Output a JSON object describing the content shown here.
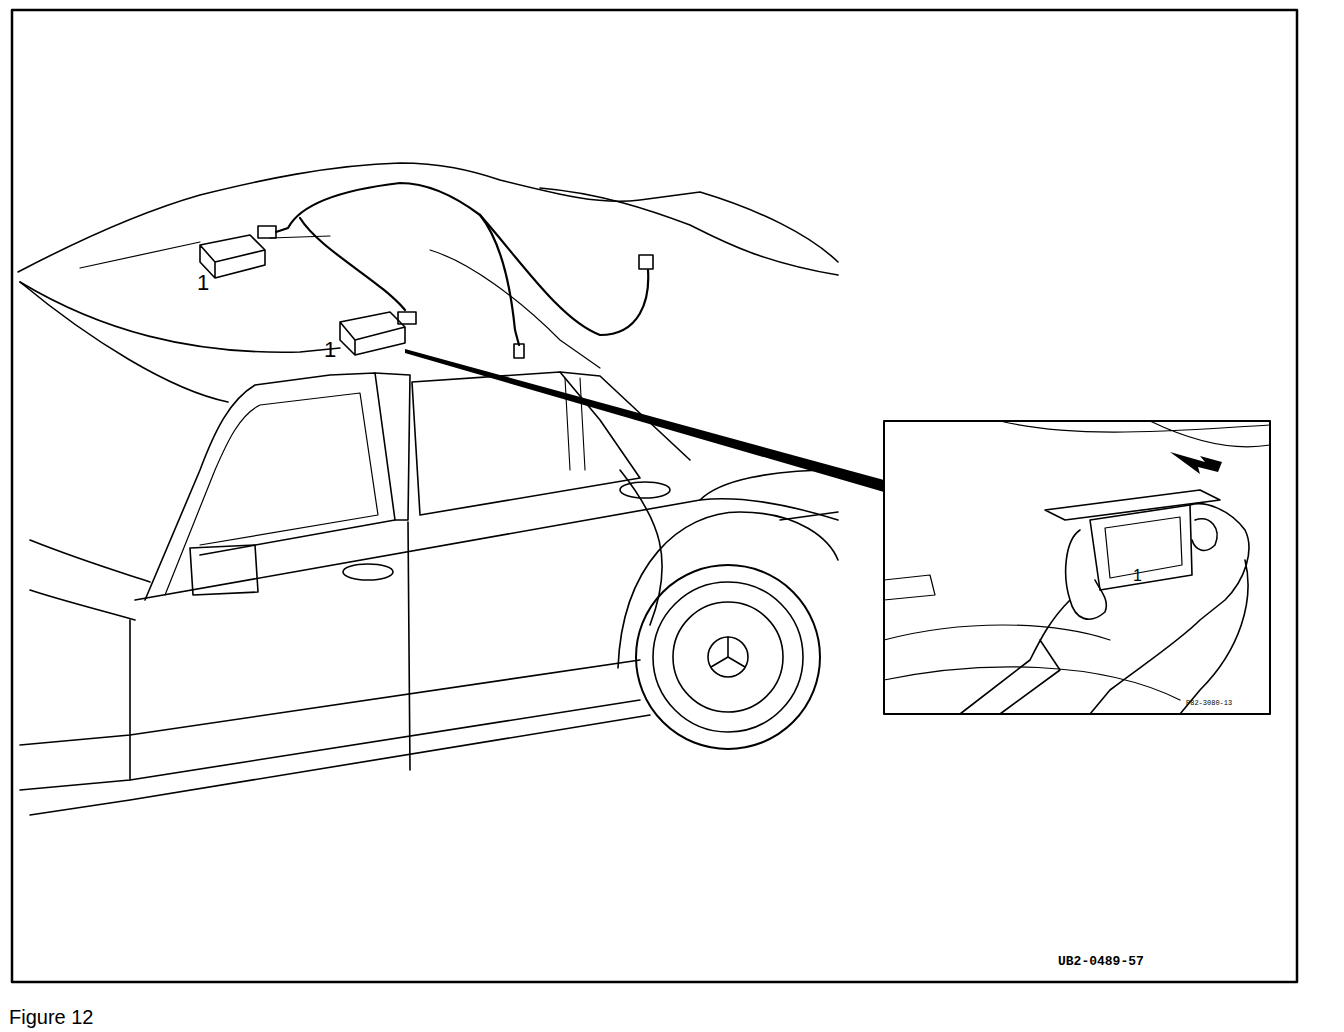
{
  "diagram": {
    "caption": "Figure 12",
    "labels": [
      "1",
      "1",
      "1",
      "UB2-0489-57",
      "P82-3080-13"
    ]
  }
}
